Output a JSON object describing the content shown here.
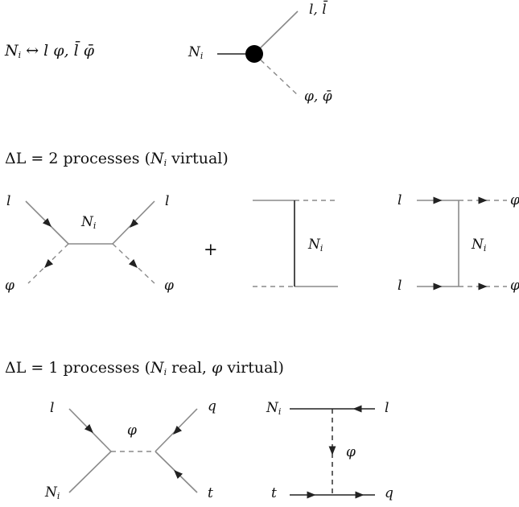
{
  "decay": {
    "relation_prefix": "N",
    "relation_sub": "i",
    "relation_rest": " ↔ l φ,  l̄ φ̄",
    "vertex_label": "N",
    "vertex_sub": "i",
    "upper_leg": "l, l̄",
    "lower_leg": "φ, φ̄"
  },
  "section_dl2": {
    "heading_prefix": "ΔL = 2 processes (",
    "heading_N": "N",
    "heading_sub": "i",
    "heading_suffix": " virtual)",
    "d1": {
      "top_left": "l",
      "top_right": "l",
      "mid": "N",
      "mid_sub": "i",
      "bot_left": "φ",
      "bot_right": "φ"
    },
    "plus": "+",
    "d2": {
      "mid": "N",
      "mid_sub": "i"
    },
    "d3": {
      "top_left": "l",
      "bot_left": "l",
      "top_right": "φ",
      "bot_right": "φ",
      "mid": "N",
      "mid_sub": "i"
    }
  },
  "section_dl1": {
    "heading_prefix": "ΔL = 1 processes (",
    "heading_N": "N",
    "heading_sub": "i",
    "heading_mid": " real, ",
    "heading_phi": "φ",
    "heading_suffix": " virtual)",
    "d4": {
      "top_left": "l",
      "bot_left": "N",
      "bot_left_sub": "i",
      "top_right": "q",
      "bot_right": "t",
      "mid": "φ"
    },
    "d5": {
      "top_left": "N",
      "top_left_sub": "i",
      "top_right": "l",
      "bot_left": "t",
      "bot_right": "q",
      "mid": "φ"
    }
  }
}
